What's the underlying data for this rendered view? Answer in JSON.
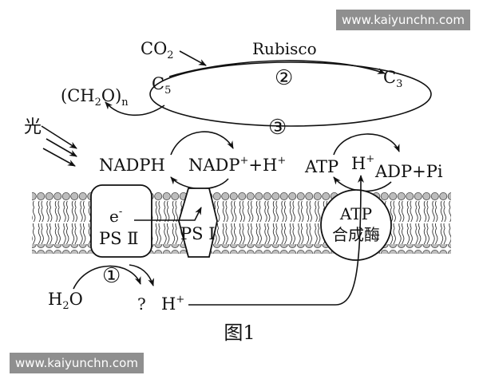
{
  "watermark": {
    "top": "www.kaiyunchn.com",
    "bottom": "www.kaiyunchn.com"
  },
  "labels": {
    "co2_base": "CO",
    "co2_sub": "2",
    "rubisco": "Rubisco",
    "step2": "②",
    "c3_base": "C",
    "c3_sub": "3",
    "ch2o_part1": "(CH",
    "ch2o_sub2": "2",
    "ch2o_part2": "O)",
    "ch2o_subn": "n",
    "c5_base": "C",
    "c5_sub": "5",
    "step3": "③",
    "light": "光",
    "nadph": "NADPH",
    "nadp_base": "NADP",
    "nadp_sup": "+",
    "nadp_plus_h": "+H",
    "nadp_h_sup": "+",
    "atp": "ATP",
    "h_right_base": "H",
    "h_right_sup": "+",
    "adp_pi": "ADP+Pi",
    "electron_base": "e",
    "electron_sup": "-",
    "ps2": "PS Ⅱ",
    "ps1": "PS Ⅰ",
    "synthase_line1": "ATP",
    "synthase_line2": "合成酶",
    "step1": "①",
    "h2o_base": "H",
    "h2o_sub": "2",
    "h2o_end": "O",
    "question": "?",
    "h_bottom_base": "H",
    "h_bottom_sup": "+",
    "figure_caption": "图1"
  }
}
